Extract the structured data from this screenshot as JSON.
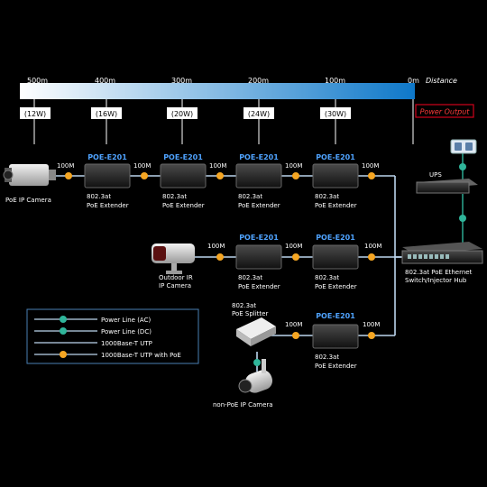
{
  "distance_axis": {
    "ticks": [
      "500m",
      "400m",
      "300m",
      "200m",
      "100m",
      "0m"
    ],
    "label": "Distance"
  },
  "power_values": [
    "(12W)",
    "(16W)",
    "(20W)",
    "(24W)",
    "(30W)"
  ],
  "power_output_label": "Power Output",
  "rows": {
    "row1": {
      "camera_label": "PoE IP Camera",
      "model": "POE-E201",
      "extender_label_line1": "802.3at",
      "extender_label_line2": "PoE Extender",
      "link_speed": "100M"
    },
    "row2": {
      "camera_label_line1": "Outdoor IR",
      "camera_label_line2": "IP Camera",
      "model": "POE-E201",
      "extender_label_line1": "802.3at",
      "extender_label_line2": "PoE Extender",
      "link_speed": "100M"
    },
    "row3": {
      "splitter_line1": "802.3at",
      "splitter_line2": "PoE Splitter",
      "camera_label": "non-PoE IP Camera",
      "model": "POE-E201",
      "extender_label_line1": "802.3at",
      "extender_label_line2": "PoE Extender",
      "link_speed": "100M"
    }
  },
  "ups_label": "UPS",
  "switch_label_line1": "802.3at PoE Ethernet",
  "switch_label_line2": "Switch/Injector Hub",
  "legend": {
    "items": [
      {
        "label": "Power Line (AC)",
        "kind": "ac",
        "color": "#2fb59a"
      },
      {
        "label": "Power Line (DC)",
        "kind": "dc",
        "color": "#2fb59a"
      },
      {
        "label": "1000Base-T UTP",
        "kind": "utp",
        "color": "#bcd6ee"
      },
      {
        "label": "1000Base-T UTP with PoE",
        "kind": "poe",
        "color": "#f5a623"
      }
    ]
  },
  "colors": {
    "background": "#000000",
    "text": "#ffffff",
    "model_label": "#4fa3ff",
    "cable": "#bcd6ee",
    "poe_dot": "#f5a623",
    "power_line": "#2fb59a",
    "power_output_border": "#d0021b",
    "power_output_text": "#ff3b3b",
    "bar_start": "#ffffff",
    "bar_end": "#0e78c9"
  }
}
